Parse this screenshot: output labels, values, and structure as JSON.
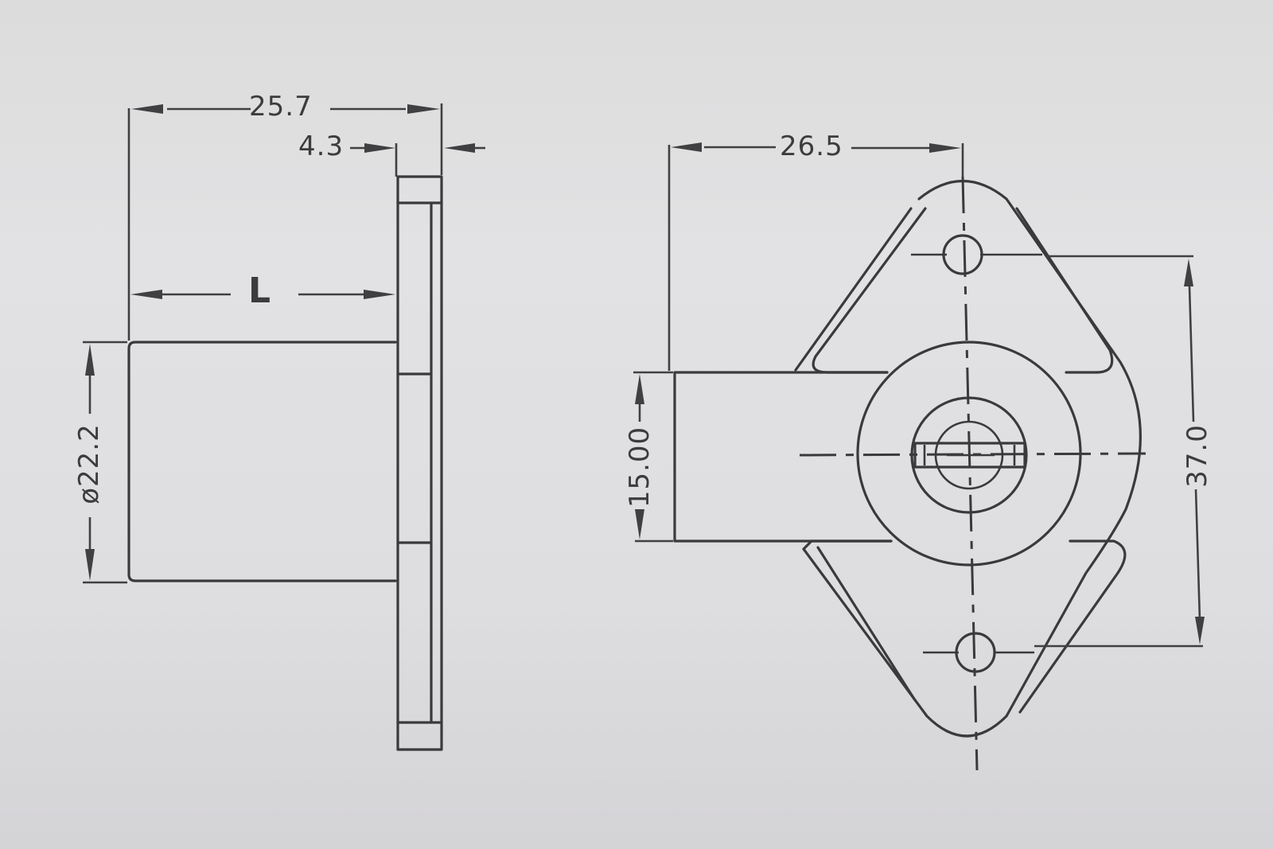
{
  "drawing": {
    "type": "engineering-drawing",
    "subject": "cam lock with diamond mounting flange",
    "views": [
      {
        "name": "side-view",
        "dimensions": {
          "overall_length": "25.7",
          "flange_thickness": "4.3",
          "body_length": "L",
          "body_diameter": "ø22.2"
        }
      },
      {
        "name": "front-view",
        "dimensions": {
          "offset_to_center": "26.5",
          "cam_width": "15.00",
          "hole_spacing": "37.0"
        }
      }
    ]
  },
  "labels": {
    "overall_length": "25.7",
    "flange_thickness": "4.3",
    "body_length": "L",
    "body_diameter": "ø22.2",
    "offset_to_center": "26.5",
    "cam_width": "15.00",
    "hole_spacing": "37.0"
  },
  "colors": {
    "line": "#3a3a3c",
    "paper": "#e0e0e2"
  }
}
